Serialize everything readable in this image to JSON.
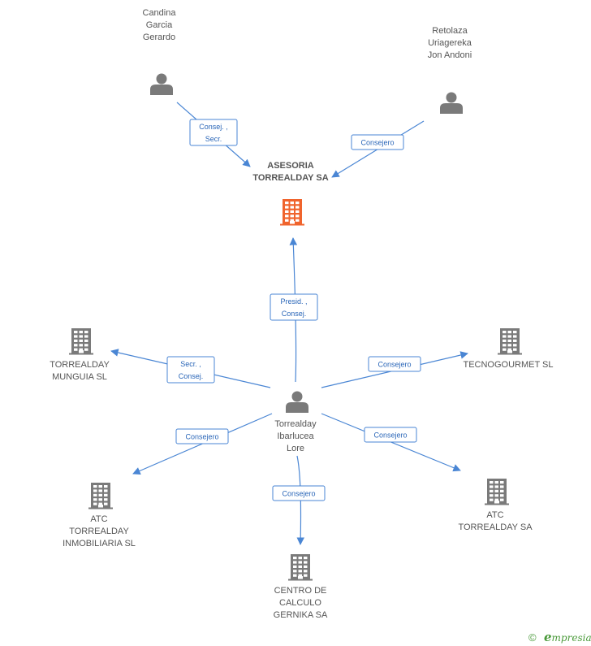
{
  "colors": {
    "edge": "#4a86d4",
    "node_gray": "#7a7a7a",
    "main_company": "#f0642d",
    "brand": "#4a9a3a"
  },
  "nodes": [
    {
      "id": "asesoria",
      "type": "company",
      "main": true,
      "lines": [
        "ASESORIA",
        "TORREALDAY SA"
      ]
    },
    {
      "id": "candina",
      "type": "person",
      "lines": [
        "Candina",
        "Garcia",
        "Gerardo"
      ]
    },
    {
      "id": "retolaza",
      "type": "person",
      "lines": [
        "Retolaza",
        "Uriagereka",
        "Jon Andoni"
      ]
    },
    {
      "id": "torrealday_lore",
      "type": "person",
      "lines": [
        "Torrealday",
        "Ibarlucea",
        "Lore"
      ]
    },
    {
      "id": "munguia",
      "type": "company",
      "lines": [
        "TORREALDAY",
        "MUNGUIA SL"
      ]
    },
    {
      "id": "tecnogourmet",
      "type": "company",
      "lines": [
        "TECNOGOURMET SL"
      ]
    },
    {
      "id": "atc_inmobiliaria",
      "type": "company",
      "lines": [
        "ATC",
        "TORREALDAY",
        "INMOBILIARIA SL"
      ]
    },
    {
      "id": "atc_torrealday",
      "type": "company",
      "lines": [
        "ATC",
        "TORREALDAY SA"
      ]
    },
    {
      "id": "centro_calculo",
      "type": "company",
      "lines": [
        "CENTRO DE",
        "CALCULO",
        "GERNIKA SA"
      ]
    }
  ],
  "edges": [
    {
      "from": "candina",
      "to": "asesoria",
      "lines": [
        "Consej. ,",
        "Secr."
      ]
    },
    {
      "from": "retolaza",
      "to": "asesoria",
      "lines": [
        "Consejero"
      ]
    },
    {
      "from": "torrealday_lore",
      "to": "asesoria",
      "lines": [
        "Presid. ,",
        "Consej."
      ]
    },
    {
      "from": "torrealday_lore",
      "to": "munguia",
      "lines": [
        "Secr. ,",
        "Consej."
      ]
    },
    {
      "from": "torrealday_lore",
      "to": "tecnogourmet",
      "lines": [
        "Consejero"
      ]
    },
    {
      "from": "torrealday_lore",
      "to": "atc_inmobiliaria",
      "lines": [
        "Consejero"
      ]
    },
    {
      "from": "torrealday_lore",
      "to": "atc_torrealday",
      "lines": [
        "Consejero"
      ]
    },
    {
      "from": "torrealday_lore",
      "to": "centro_calculo",
      "lines": [
        "Consejero"
      ]
    }
  ],
  "footer": {
    "copyright_symbol": "©",
    "brand_initial": "e",
    "brand_rest": "mpresia"
  }
}
